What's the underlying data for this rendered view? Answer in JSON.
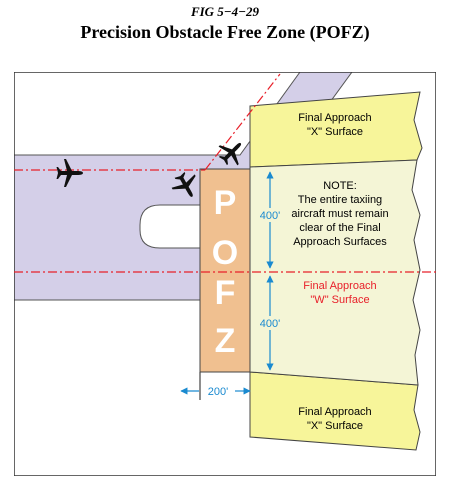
{
  "figure": {
    "label": "FIG 5−4−29",
    "title": "Precision Obstacle Free Zone (POFZ)"
  },
  "surfaces": {
    "top_x": {
      "line1": "Final Approach",
      "line2": "\"X\" Surface"
    },
    "bottom_x": {
      "line1": "Final Approach",
      "line2": "\"X\" Surface"
    },
    "w": {
      "line1": "Final Approach",
      "line2": "\"W\" Surface"
    }
  },
  "note": {
    "heading": "NOTE:",
    "lines": [
      "The entire taxiing",
      "aircraft must remain",
      "clear of the Final",
      "Approach Surfaces"
    ]
  },
  "pofz_letters": [
    "P",
    "O",
    "F",
    "Z"
  ],
  "dimensions": {
    "upper": "400'",
    "lower": "400'",
    "width": "200'"
  },
  "icons": [
    "airplane-icon",
    "airplane-icon",
    "airplane-icon"
  ],
  "colors": {
    "taxiway": "#d4cfe8",
    "x_surface": "#f7f59a",
    "w_surface": "#f4f5d6",
    "pofz": "#f0c090",
    "centerline": "#e8202a",
    "dimension": "#1a8ad0"
  }
}
